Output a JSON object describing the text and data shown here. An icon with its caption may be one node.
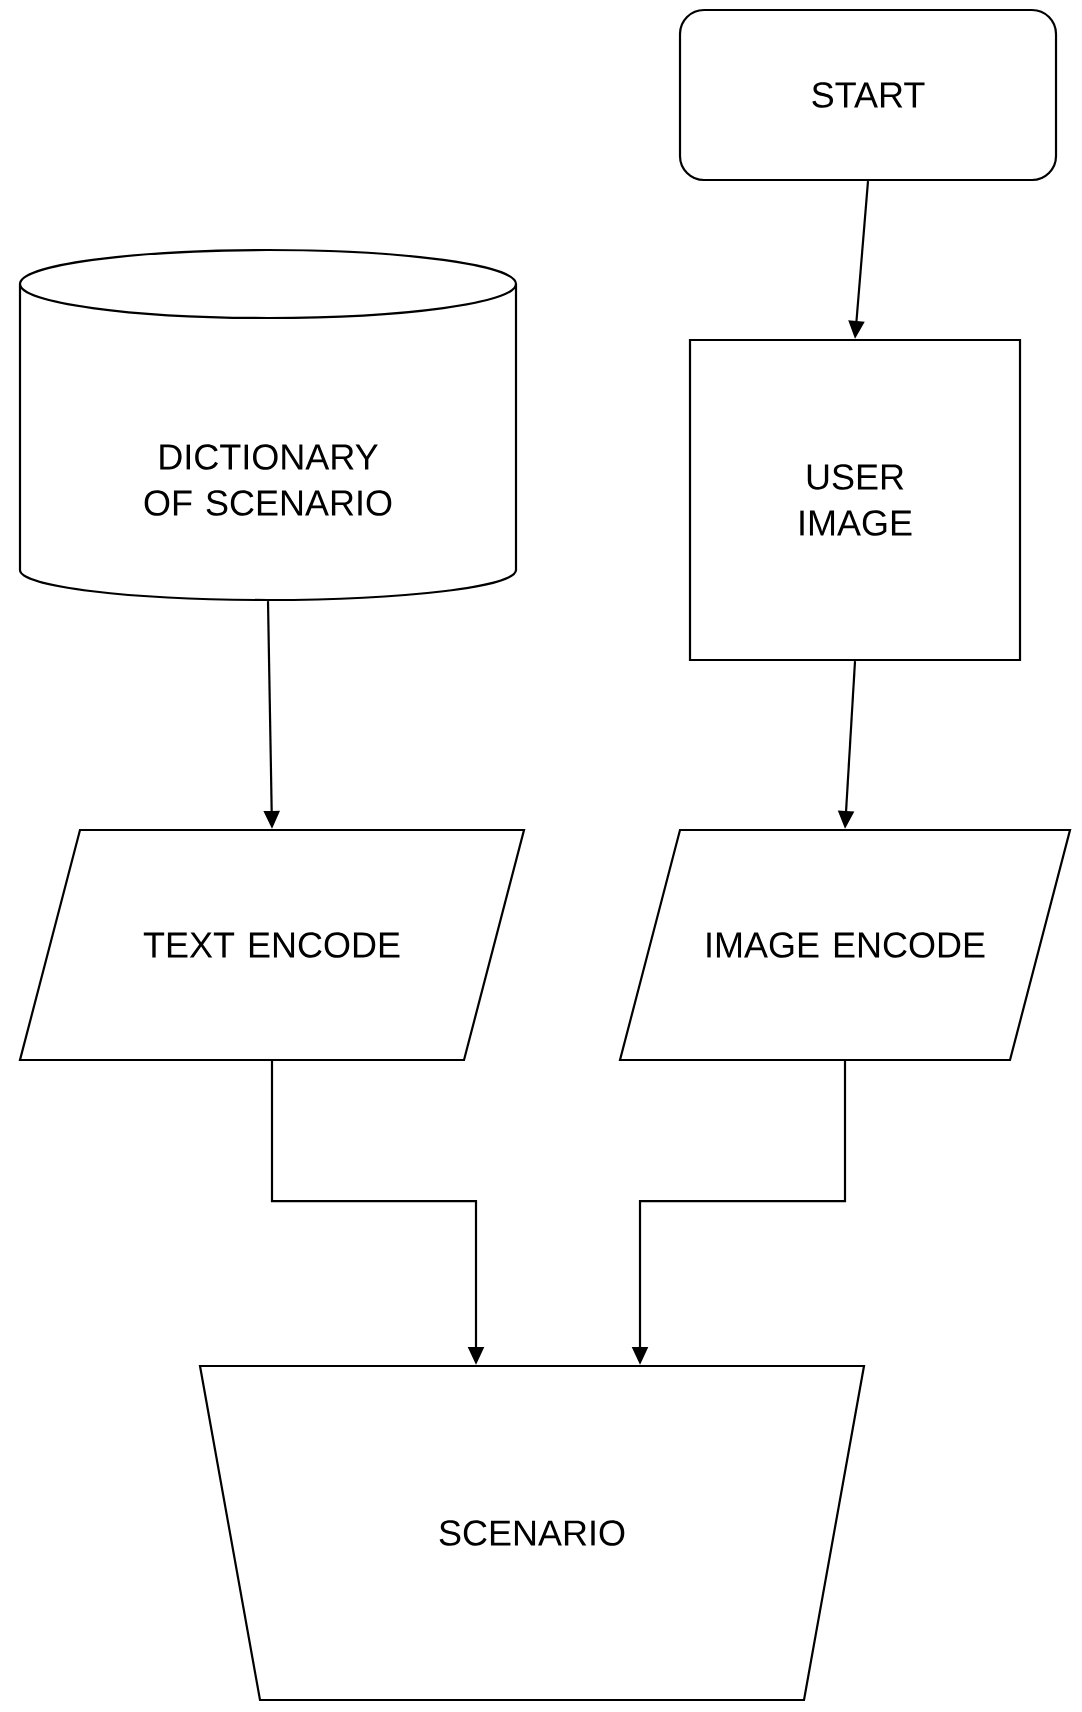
{
  "diagram": {
    "nodes": [
      {
        "text": [
          "START"
        ]
      },
      {
        "text": [
          "DICTIONARY OF SCENARIO"
        ]
      },
      {
        "text": [
          "USER IMAGE"
        ]
      },
      {
        "text": [
          "TEXT ENCODE"
        ]
      },
      {
        "text": [
          "IMAGE ENCODE"
        ]
      },
      {
        "text": [
          "SCENARIO"
        ]
      }
    ],
    "edges": [
      {
        "from": 0,
        "to": 2,
        "arrow": "to"
      },
      {
        "from": 1,
        "to": 3,
        "arrow": "to"
      },
      {
        "from": 2,
        "to": 4,
        "arrow": "to"
      },
      {
        "from": 3,
        "to": 5,
        "arrow": "to"
      },
      {
        "from": 4,
        "to": 5,
        "arrow": "to"
      }
    ]
  }
}
